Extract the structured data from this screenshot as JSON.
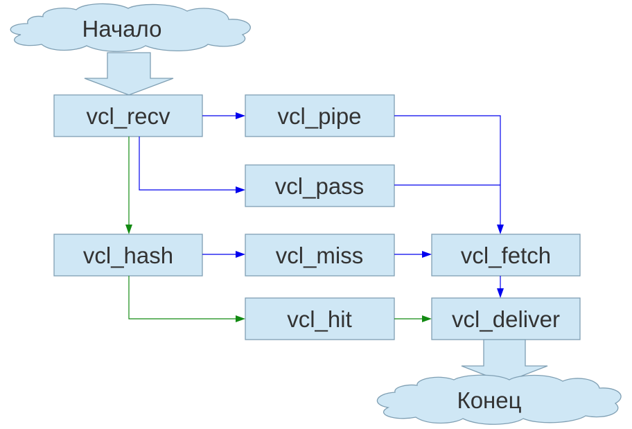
{
  "diagram": {
    "start_label": "Начало",
    "end_label": "Конец",
    "nodes": {
      "vcl_recv": "vcl_recv",
      "vcl_pipe": "vcl_pipe",
      "vcl_pass": "vcl_pass",
      "vcl_hash": "vcl_hash",
      "vcl_miss": "vcl_miss",
      "vcl_fetch": "vcl_fetch",
      "vcl_hit": "vcl_hit",
      "vcl_deliver": "vcl_deliver"
    },
    "colors": {
      "node_fill": "#cfe7f5",
      "node_border": "#7f9fb3",
      "edge_blue": "#0000ee",
      "edge_green": "#128a12",
      "text": "#333333"
    }
  }
}
